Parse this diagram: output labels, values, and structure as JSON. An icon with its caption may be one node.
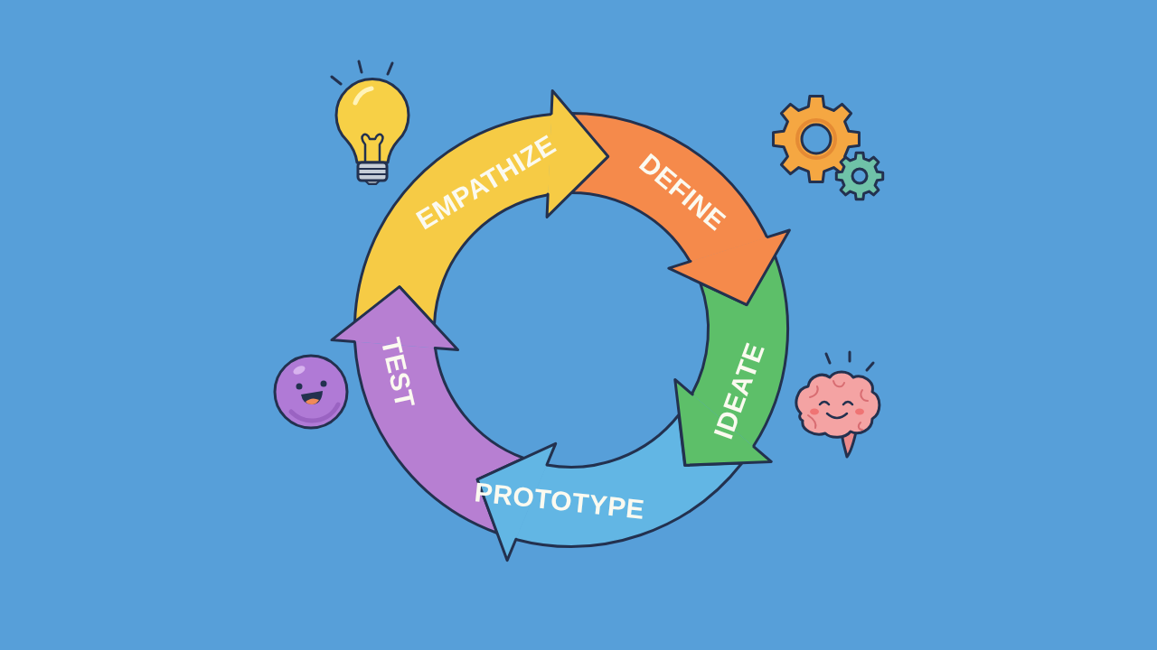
{
  "diagram": {
    "nodes": [
      {
        "text": [
          "EMPATHIZE"
        ]
      },
      {
        "text": [
          "DEFINE"
        ]
      },
      {
        "text": [
          "IDEATE"
        ]
      },
      {
        "text": [
          "PROTOTYPE"
        ]
      },
      {
        "text": [
          "TEST"
        ]
      }
    ],
    "edges": [
      {
        "from": 0,
        "to": 1,
        "arrow": "to",
        "color": "#f6cb45"
      },
      {
        "from": 1,
        "to": 2,
        "arrow": "to",
        "color": "#f58a4b"
      },
      {
        "from": 2,
        "to": 3,
        "arrow": "to",
        "color": "#5dbf69"
      },
      {
        "from": 3,
        "to": 4,
        "arrow": "to",
        "color": "#62b6e4"
      },
      {
        "from": 4,
        "to": 0,
        "arrow": "to",
        "color": "#b77fd2"
      }
    ]
  }
}
